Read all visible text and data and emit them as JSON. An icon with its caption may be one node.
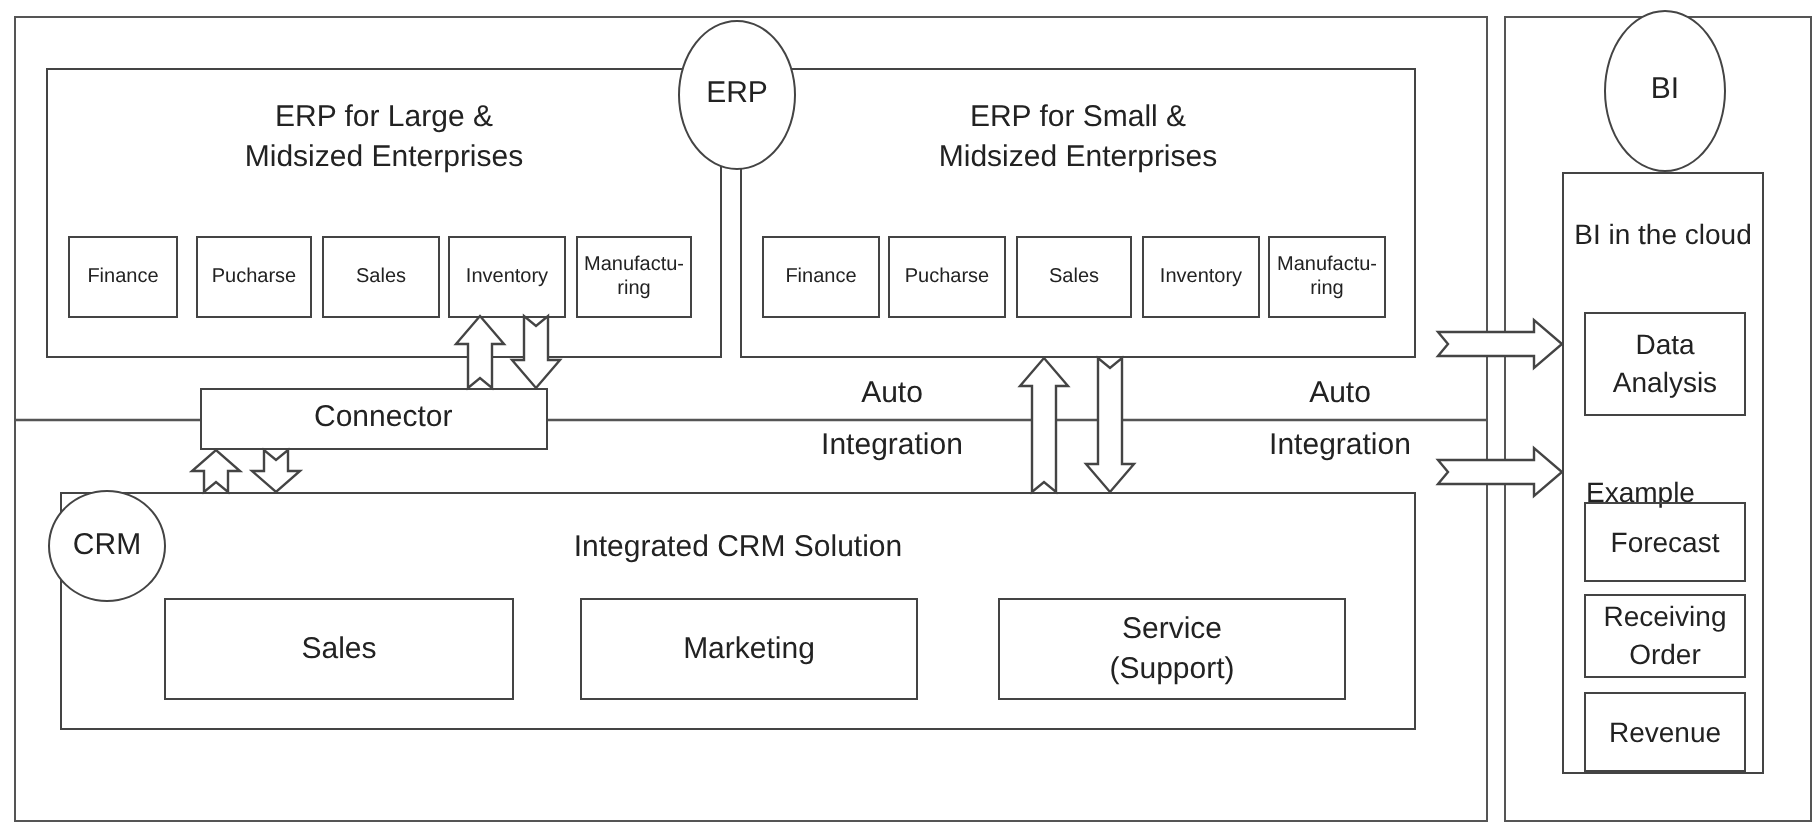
{
  "diagram": {
    "nodes": [
      {
        "text": [
          "ERP"
        ]
      },
      {
        "text": [
          "ERP for Large & Midsized Enterprises"
        ]
      },
      {
        "text": [
          "Finance"
        ],
        "in": 1
      },
      {
        "text": [
          "Pucharse"
        ],
        "in": 1
      },
      {
        "text": [
          "Sales"
        ],
        "in": 1
      },
      {
        "text": [
          "Inventory"
        ],
        "in": 1
      },
      {
        "text": [
          "Manufactu- ring"
        ],
        "in": 1
      },
      {
        "text": [
          "ERP for Small & Midsized Enterprises"
        ]
      },
      {
        "text": [
          "Finance"
        ],
        "in": 7
      },
      {
        "text": [
          "Pucharse"
        ],
        "in": 7
      },
      {
        "text": [
          "Sales"
        ],
        "in": 7
      },
      {
        "text": [
          "Inventory"
        ],
        "in": 7
      },
      {
        "text": [
          "Manufactu- ring"
        ],
        "in": 7
      },
      {
        "text": [
          "Connector"
        ]
      },
      {
        "text": [
          "CRM"
        ]
      },
      {
        "text": [
          "Integrated CRM Solution"
        ]
      },
      {
        "text": [
          "Sales"
        ],
        "in": 15
      },
      {
        "text": [
          "Marketing"
        ],
        "in": 15
      },
      {
        "text": [
          "Service (Support)"
        ],
        "in": 15
      },
      {
        "text": [
          "BI"
        ]
      },
      {
        "text": [
          "BI in the cloud",
          "Example"
        ]
      },
      {
        "text": [
          "Data Analysis"
        ],
        "in": 20
      },
      {
        "text": [
          "Forecast"
        ],
        "in": 20
      },
      {
        "text": [
          "Receiving Order"
        ],
        "in": 20
      },
      {
        "text": [
          "Revenue"
        ],
        "in": 20
      }
    ],
    "edges": [
      {
        "from": 13,
        "to": 5,
        "arrow": "to"
      },
      {
        "from": 5,
        "to": 13,
        "arrow": "to"
      },
      {
        "from": 15,
        "to": 13,
        "arrow": "to"
      },
      {
        "from": 13,
        "to": 15,
        "arrow": "to"
      },
      {
        "from": 15,
        "to": 7,
        "arrow": "to"
      },
      {
        "from": 7,
        "to": 15,
        "arrow": "to"
      },
      {
        "from": null,
        "to": 20,
        "arrow": "to"
      },
      {
        "from": null,
        "to": 20,
        "arrow": "to"
      }
    ],
    "labels": [
      "Auto Integration",
      "Auto Integration"
    ]
  }
}
